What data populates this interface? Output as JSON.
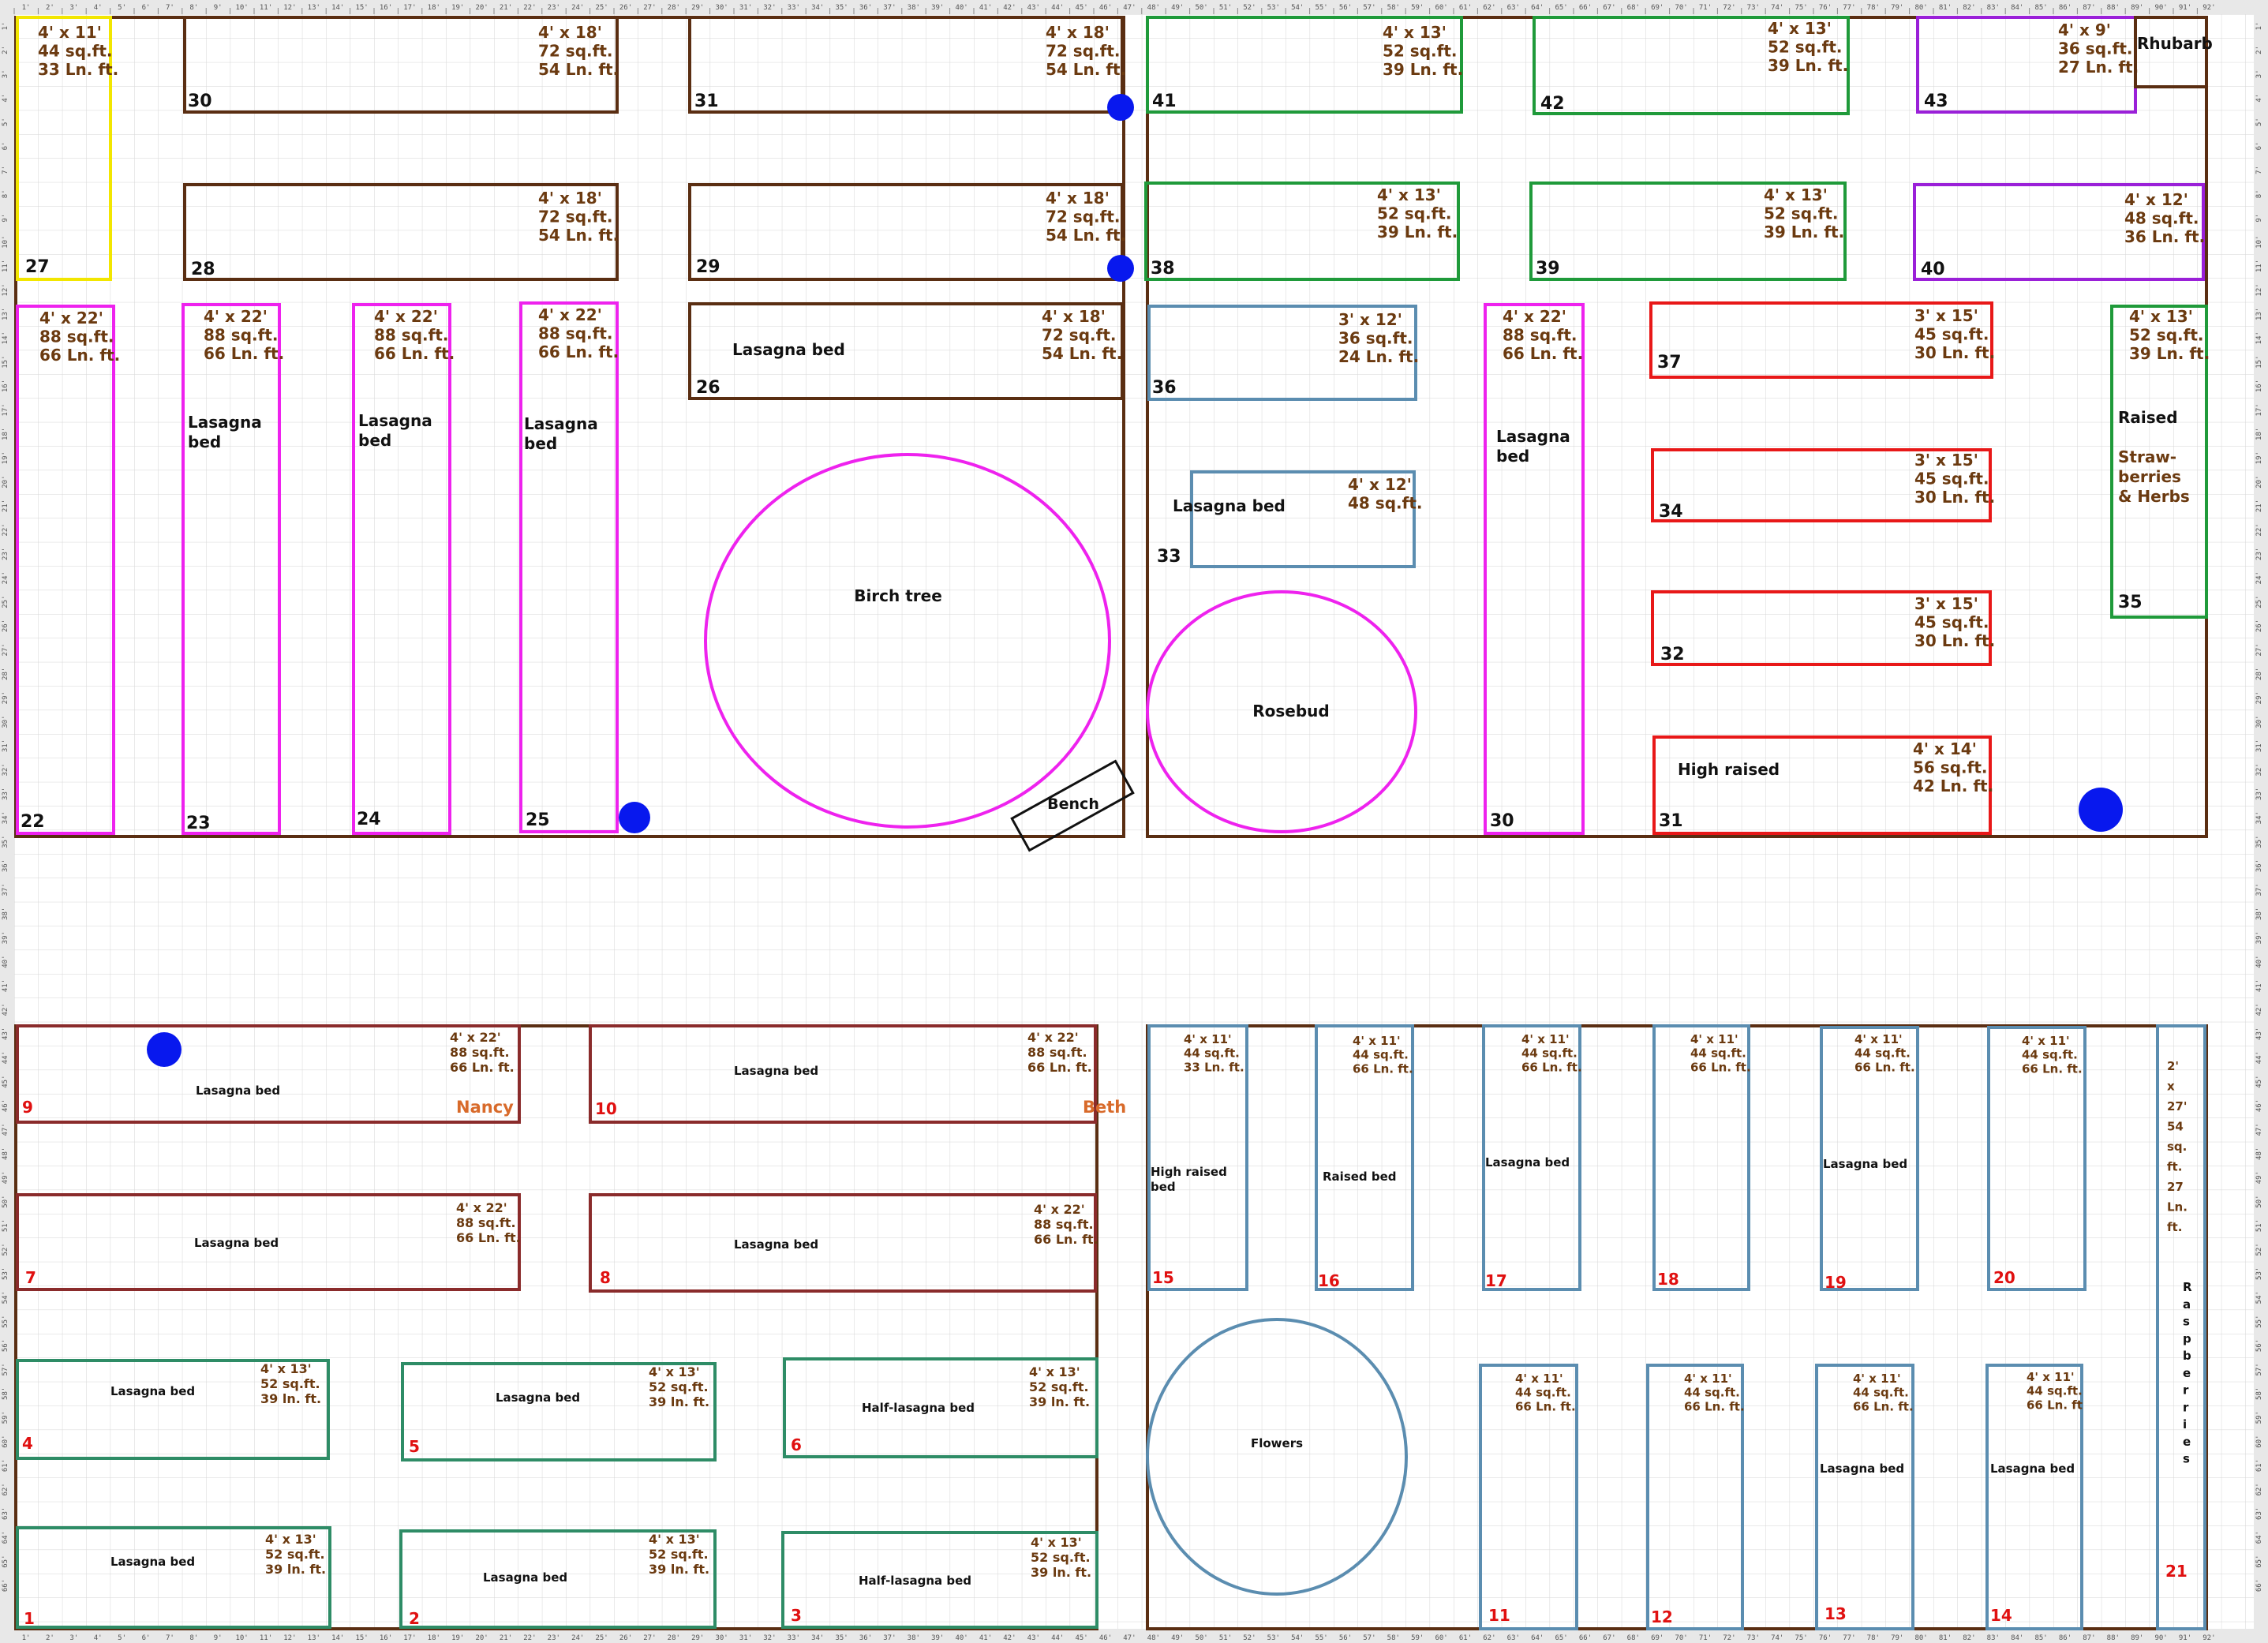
{
  "ruler": {
    "top": [
      "1'",
      "2'",
      "3'",
      "4'",
      "5'",
      "6'",
      "7'",
      "8'",
      "9'",
      "10'",
      "11'",
      "12'",
      "13'",
      "14'",
      "15'",
      "16'",
      "17'",
      "18'",
      "19'",
      "20'",
      "21'",
      "22'",
      "23'",
      "24'",
      "25'",
      "26'",
      "27'",
      "28'",
      "29'",
      "30'",
      "31'",
      "32'",
      "33'",
      "34'",
      "35'",
      "36'",
      "37'",
      "38'",
      "39'",
      "40'",
      "41'",
      "42'",
      "43'",
      "44'",
      "45'",
      "46'",
      "47'",
      "48'",
      "49'",
      "50'",
      "51'",
      "52'",
      "53'",
      "54'",
      "55'",
      "56'",
      "57'",
      "58'",
      "59'",
      "60'",
      "61'",
      "62'",
      "63'",
      "64'",
      "65'",
      "66'",
      "67'",
      "68'",
      "69'",
      "70'",
      "71'",
      "72'",
      "73'",
      "74'",
      "75'",
      "76'",
      "77'",
      "78'",
      "79'",
      "80'",
      "81'",
      "82'",
      "83'",
      "84'",
      "85'",
      "86'",
      "87'",
      "88'",
      "89'",
      "90'",
      "91'",
      "92'"
    ],
    "left": [
      "1'",
      "2'",
      "3'",
      "4'",
      "5'",
      "6'",
      "7'",
      "8'",
      "9'",
      "10'",
      "11'",
      "12'",
      "13'",
      "14'",
      "15'",
      "16'",
      "17'",
      "18'",
      "19'",
      "20'",
      "21'",
      "22'",
      "23'",
      "24'",
      "25'",
      "26'",
      "27'",
      "28'",
      "29'",
      "30'",
      "31'",
      "32'",
      "33'",
      "34'",
      "35'",
      "36'",
      "37'",
      "38'",
      "39'",
      "40'",
      "41'",
      "42'",
      "43'",
      "44'",
      "45'",
      "46'",
      "47'",
      "48'",
      "49'",
      "50'",
      "51'",
      "52'",
      "53'",
      "54'",
      "55'",
      "56'",
      "57'",
      "58'",
      "59'",
      "60'",
      "61'",
      "62'",
      "63'",
      "64'",
      "65'",
      "66'"
    ]
  },
  "colors": {
    "yellow": "#f2e600",
    "brown": "#5a2e12",
    "green": "#1f9a3a",
    "purple": "#9a20d8",
    "magenta": "#ee22ee",
    "steel": "#5b8db0",
    "red": "#e81818",
    "maroon": "#8a2b2b",
    "teal": "#2e8c66",
    "blue": "#0818ee",
    "black": "#111111",
    "orange": "#d86a2a"
  },
  "beds": [
    {
      "color": "yellow",
      "dims": [
        "4' x 11'",
        "44 sq.ft.",
        "33 Ln. ft."
      ],
      "number": "27"
    },
    {
      "color": "brown",
      "dims": [
        "4' x 18'",
        "72 sq.ft.",
        "54 Ln. ft."
      ],
      "number": "30"
    },
    {
      "color": "brown",
      "dims": [
        "4' x 18'",
        "72 sq.ft.",
        "54 Ln. ft."
      ],
      "number": "31"
    },
    {
      "color": "brown",
      "dims": [
        "4' x 18'",
        "72 sq.ft.",
        "54 Ln. ft."
      ],
      "number": "28"
    },
    {
      "color": "brown",
      "dims": [
        "4' x 18'",
        "72 sq.ft.",
        "54 Ln. ft."
      ],
      "number": "29"
    },
    {
      "color": "brown",
      "dims": [
        "4' x 18'",
        "72 sq.ft.",
        "54 Ln. ft."
      ],
      "label": [
        "Lasagna bed"
      ],
      "number": "26"
    },
    {
      "color": "green",
      "dims": [
        "4' x 13'",
        "52 sq.ft.",
        "39 Ln. ft."
      ],
      "number": "41"
    },
    {
      "color": "green",
      "dims": [
        "4' x 13'",
        "52 sq.ft.",
        "39 Ln. ft."
      ],
      "number": "42"
    },
    {
      "color": "purple",
      "dims": [
        "4' x 9'",
        "36 sq.ft.",
        "27 Ln. ft."
      ],
      "number": "43"
    },
    {
      "color": "brown",
      "label": [
        "Rhubarb"
      ]
    },
    {
      "color": "green",
      "dims": [
        "4' x 13'",
        "52 sq.ft.",
        "39 Ln. ft."
      ],
      "number": "38"
    },
    {
      "color": "green",
      "dims": [
        "4' x 13'",
        "52 sq.ft.",
        "39 Ln. ft."
      ],
      "number": "39"
    },
    {
      "color": "purple",
      "dims": [
        "4' x 12'",
        "48 sq.ft.",
        "36 Ln. ft."
      ],
      "number": "40"
    },
    {
      "color": "magenta",
      "dims": [
        "4' x 22'",
        "88 sq.ft.",
        "66 Ln. ft."
      ],
      "number": "22"
    },
    {
      "color": "magenta",
      "dims": [
        "4' x 22'",
        "88 sq.ft.",
        "66 Ln. ft."
      ],
      "label": [
        "Lasagna",
        "bed"
      ],
      "number": "23"
    },
    {
      "color": "magenta",
      "dims": [
        "4' x 22'",
        "88 sq.ft.",
        "66 Ln. ft."
      ],
      "label": [
        "Lasagna",
        "bed"
      ],
      "number": "24"
    },
    {
      "color": "magenta",
      "dims": [
        "4' x 22'",
        "88 sq.ft.",
        "66 Ln. ft."
      ],
      "label": [
        "Lasagna",
        "bed"
      ],
      "number": "25"
    },
    {
      "color": "steel",
      "dims": [
        "3' x 12'",
        "36 sq.ft.",
        "24 Ln. ft."
      ],
      "number": "36"
    },
    {
      "color": "steel",
      "dims": [
        "4' x 12'",
        "48 sq.ft."
      ],
      "label": [
        "Lasagna bed"
      ],
      "number": "33"
    },
    {
      "color": "magenta",
      "dims": [
        "4' x 22'",
        "88 sq.ft.",
        "66 Ln. ft."
      ],
      "label": [
        "Lasagna",
        "bed"
      ],
      "number": "30"
    },
    {
      "color": "red",
      "dims": [
        "3' x 15'",
        "45 sq.ft.",
        "30 Ln. ft."
      ],
      "number": "37"
    },
    {
      "color": "red",
      "dims": [
        "3' x 15'",
        "45 sq.ft.",
        "30 Ln. ft."
      ],
      "number": "34"
    },
    {
      "color": "red",
      "dims": [
        "3' x 15'",
        "45 sq.ft.",
        "30 Ln. ft."
      ],
      "number": "32"
    },
    {
      "color": "red",
      "dims": [
        "4' x 14'",
        "56 sq.ft.",
        "42 Ln. ft."
      ],
      "label": [
        "High raised"
      ],
      "number": "31"
    },
    {
      "color": "green",
      "dims": [
        "4' x 13'",
        "52 sq.ft.",
        "39 Ln. ft."
      ],
      "label": [
        "Raised",
        "",
        "Straw-",
        "berries",
        "& Herbs"
      ],
      "number": "35"
    },
    {
      "color": "maroon",
      "dims": [
        "4' x 22'",
        "88 sq.ft.",
        "66 Ln. ft."
      ],
      "label": [
        "Lasagna bed"
      ],
      "number": "9",
      "owner": "Nancy"
    },
    {
      "color": "maroon",
      "dims": [
        "4' x 22'",
        "88 sq.ft.",
        "66 Ln. ft."
      ],
      "label": [
        "Lasagna bed"
      ],
      "number": "10",
      "owner": "Beth"
    },
    {
      "color": "maroon",
      "dims": [
        "4' x 22'",
        "88 sq.ft.",
        "66 Ln. ft."
      ],
      "label": [
        "Lasagna bed"
      ],
      "number": "7"
    },
    {
      "color": "maroon",
      "dims": [
        "4' x 22'",
        "88 sq.ft.",
        "66 Ln. ft."
      ],
      "label": [
        "Lasagna bed"
      ],
      "number": "8"
    },
    {
      "color": "teal",
      "dims": [
        "4' x 13'",
        "52 sq.ft.",
        "39 ln. ft."
      ],
      "label": [
        "Lasagna bed"
      ],
      "number": "4"
    },
    {
      "color": "teal",
      "dims": [
        "4' x 13'",
        "52 sq.ft.",
        "39 ln. ft."
      ],
      "label": [
        "Lasagna bed"
      ],
      "number": "5"
    },
    {
      "color": "teal",
      "dims": [
        "4' x 13'",
        "52 sq.ft.",
        "39 ln. ft."
      ],
      "label": [
        "Half-lasagna bed"
      ],
      "number": "6"
    },
    {
      "color": "teal",
      "dims": [
        "4' x 13'",
        "52 sq.ft.",
        "39 ln. ft."
      ],
      "label": [
        "Lasagna bed"
      ],
      "number": "1"
    },
    {
      "color": "teal",
      "dims": [
        "4' x 13'",
        "52 sq.ft.",
        "39 ln. ft."
      ],
      "label": [
        "Lasagna bed"
      ],
      "number": "2"
    },
    {
      "color": "teal",
      "dims": [
        "4' x 13'",
        "52 sq.ft.",
        "39 ln. ft."
      ],
      "label": [
        "Half-lasagna bed"
      ],
      "number": "3"
    },
    {
      "color": "steel",
      "dims": [
        "4' x 11'",
        "44 sq.ft.",
        "33 Ln. ft."
      ],
      "label": [
        "High raised",
        "bed"
      ],
      "number": "15"
    },
    {
      "color": "steel",
      "dims": [
        "4' x 11'",
        "44 sq.ft.",
        "66 Ln. ft."
      ],
      "label": [
        "Raised bed"
      ],
      "number": "16"
    },
    {
      "color": "steel",
      "dims": [
        "4' x 11'",
        "44 sq.ft.",
        "66 Ln. ft."
      ],
      "label": [
        "Lasagna bed"
      ],
      "number": "17"
    },
    {
      "color": "steel",
      "dims": [
        "4' x 11'",
        "44 sq.ft.",
        "66 Ln. ft."
      ],
      "number": "18"
    },
    {
      "color": "steel",
      "dims": [
        "4' x 11'",
        "44 sq.ft.",
        "66 Ln. ft."
      ],
      "label": [
        "Lasagna bed"
      ],
      "number": "19"
    },
    {
      "color": "steel",
      "dims": [
        "4' x 11'",
        "44 sq.ft.",
        "66 Ln. ft."
      ],
      "number": "20"
    },
    {
      "color": "steel",
      "dims": [
        "2'",
        "x",
        "27'",
        "54",
        "sq.",
        "ft.",
        "27",
        "Ln.",
        "ft."
      ],
      "label": [
        "R",
        "a",
        "s",
        "p",
        "b",
        "e",
        "r",
        "r",
        "i",
        "e",
        "s"
      ],
      "number": "21"
    },
    {
      "color": "steel",
      "dims": [
        "4' x 11'",
        "44 sq.ft.",
        "66 Ln. ft."
      ],
      "number": "11"
    },
    {
      "color": "steel",
      "dims": [
        "4' x 11'",
        "44 sq.ft.",
        "66 Ln. ft."
      ],
      "number": "12"
    },
    {
      "color": "steel",
      "dims": [
        "4' x 11'",
        "44 sq.ft.",
        "66 Ln. ft."
      ],
      "label": [
        "Lasagna bed"
      ],
      "number": "13"
    },
    {
      "color": "steel",
      "dims": [
        "4' x 11'",
        "44 sq.ft.",
        "66 Ln. ft"
      ],
      "label": [
        "Lasagna bed"
      ],
      "number": "14"
    }
  ],
  "features": [
    {
      "kind": "ellipse",
      "color": "magenta",
      "label": "Birch tree"
    },
    {
      "kind": "ellipse",
      "color": "magenta",
      "label": "Rosebud"
    },
    {
      "kind": "ellipse",
      "color": "steel",
      "label": "Flowers"
    },
    {
      "kind": "bench",
      "color": "black",
      "label": "Bench"
    }
  ]
}
